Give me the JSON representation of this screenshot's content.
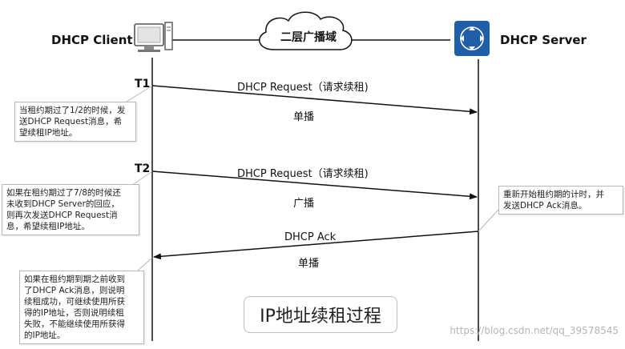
{
  "entities": {
    "client": "DHCP Client",
    "server": "DHCP Server",
    "network": "二层广播域"
  },
  "messages": [
    {
      "label": "DHCP Request（请求续租)",
      "mode": "单播"
    },
    {
      "label": "DHCP Request（请求续租)",
      "mode": "广播"
    },
    {
      "label": "DHCP Ack",
      "mode": "单播"
    }
  ],
  "time_marks": [
    "T1",
    "T2"
  ],
  "notes": {
    "t1": [
      "当租约期过了1/2的时候，发",
      "送DHCP Request消息，希",
      "望续租IP地址。"
    ],
    "t2": [
      "如果在租约期过了7/8的时候还",
      "未收到DHCP Server的回应，",
      "则再次发送DHCP Request消",
      "息，希望续租IP地址。"
    ],
    "server": [
      "重新开始租约期的计时，并",
      "发送DHCP Ack消息。"
    ],
    "ack": [
      "如果在租约期到期之前收到",
      "了DHCP Ack消息，则说明",
      "续租成功，可继续使用所获",
      "得的IP地址，否则说明续租",
      "失败，不能继续使用所获得",
      "的IP地址。"
    ]
  },
  "title": "IP地址续租过程",
  "watermark": "https://blog.csdn.net/qq_39578545",
  "colors": {
    "server_icon": "#1f5fa8",
    "line": "#111111",
    "callout_border": "#b8b8b8"
  },
  "icons": {
    "client": "computer-icon",
    "server": "router-icon",
    "network": "cloud-icon"
  }
}
